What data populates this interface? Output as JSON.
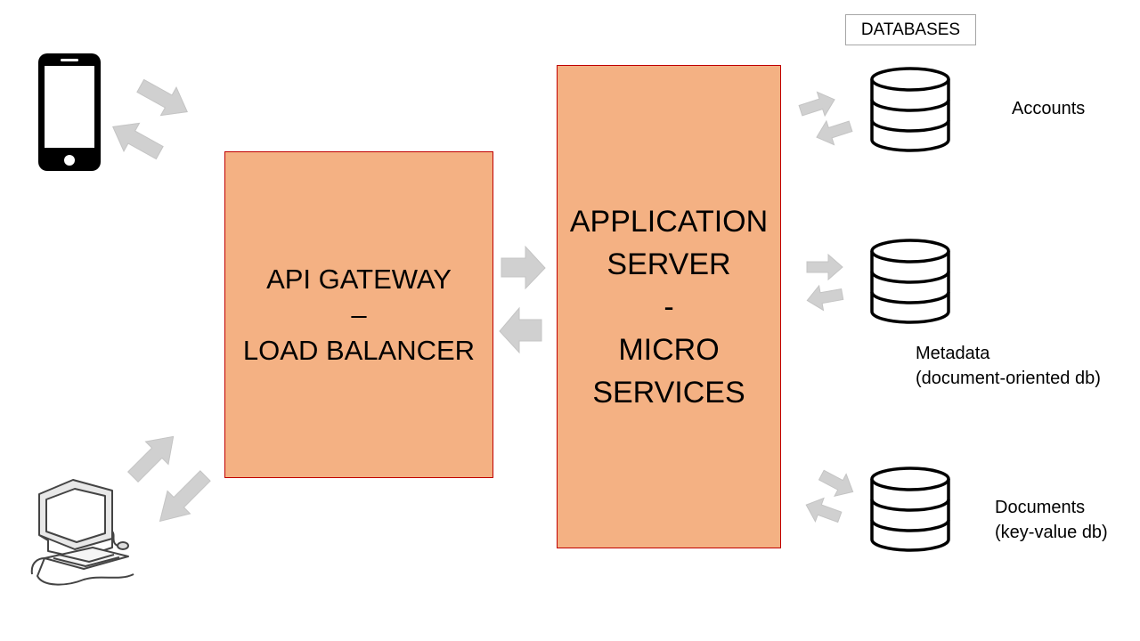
{
  "colors": {
    "box_fill": "#f4b183",
    "box_border": "#c00000",
    "arrow": "#d0d0d0"
  },
  "icons": [
    "smartphone-icon",
    "desktop-computer-icon",
    "database-icon"
  ],
  "gateway": {
    "line1": "API GATEWAY",
    "line2": "–",
    "line3": "LOAD BALANCER"
  },
  "app_server": {
    "line1": "APPLICATION",
    "line2": "SERVER",
    "line3": "-",
    "line4": "MICRO",
    "line5": "SERVICES"
  },
  "databases": {
    "header": "DATABASES",
    "accounts": {
      "line1": "Accounts"
    },
    "metadata": {
      "line1": "Metadata",
      "line2": "(document-oriented db)"
    },
    "documents": {
      "line1": "Documents",
      "line2": "(key-value db)"
    }
  }
}
